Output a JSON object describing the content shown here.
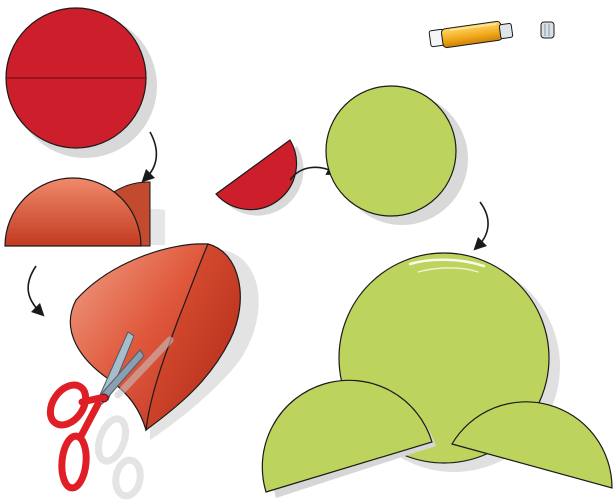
{
  "colors": {
    "red_paper": "#cc1f2b",
    "red_paper_dark": "#8e1018",
    "orange_half_light": "#e8745a",
    "orange_half_dark": "#b83420",
    "green_paper": "#bcd45d",
    "green_paper_shadow": "#d9d9d9",
    "outline": "#1a1a1a",
    "glue_body": "#f6b51e",
    "scissor_handle": "#e01e26",
    "scissor_blade": "#9fb4c4",
    "arrow": "#1a1a1a"
  },
  "steps": [
    {
      "name": "red-circle-folded-line",
      "icon": "red-paper-circle"
    },
    {
      "name": "folded-semicircle",
      "icon": "folded-half-circle"
    },
    {
      "name": "cutting-heart-shape",
      "icon": "scissors-cutting-paper"
    },
    {
      "name": "red-half-piece",
      "icon": "red-semicircle"
    },
    {
      "name": "green-circle",
      "icon": "green-paper-circle"
    },
    {
      "name": "green-assembled-figure",
      "icon": "green-circle-with-half-circles"
    }
  ],
  "tools": [
    "glue-stick-icon",
    "glue-cap-icon",
    "scissors-icon"
  ]
}
